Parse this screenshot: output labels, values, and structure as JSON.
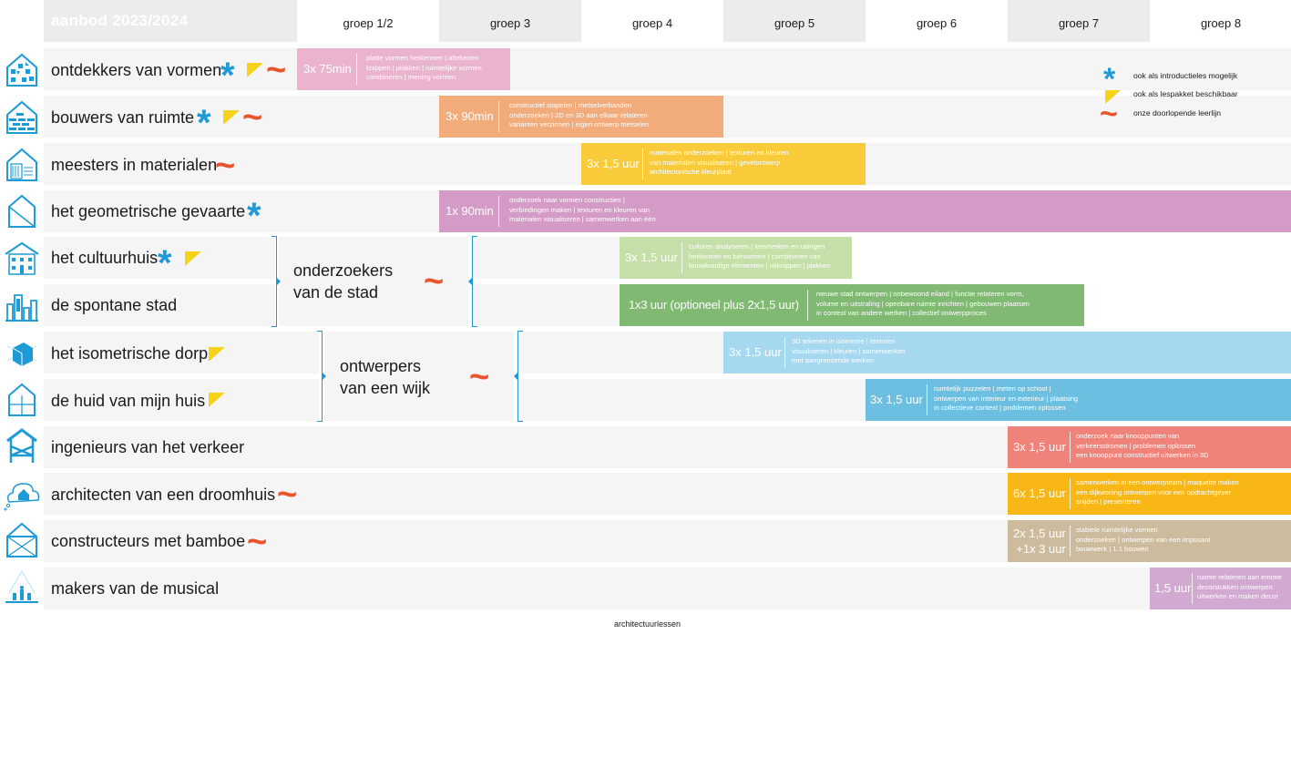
{
  "header": {
    "title": "aanbod 2023/2024",
    "groups": [
      "groep 1/2",
      "groep 3",
      "groep 4",
      "groep 5",
      "groep 6",
      "groep 7",
      "groep 8"
    ]
  },
  "rows": [
    {
      "label": "ontdekkers van vormen",
      "icon": "building-pattern-icon",
      "duration": "3x 75min",
      "description": "platte vormen herkennen | aftekenen\nknippen | plakken | ruimtelijke vormen\ncombineren | mening vormen",
      "color": "#eab4cf",
      "star": true,
      "kit": true,
      "line": true
    },
    {
      "label": "bouwers van ruimte",
      "icon": "brick-house-icon",
      "duration": "3x 90min",
      "description": "constructief stapelen | metselverbanden\nonderzoeken | 2D en 3D aan elkaar relateren\nvarianten verzinnen | eigen ontwerp metselen",
      "color": "#f2ab7a",
      "star": true,
      "kit": true,
      "line": true
    },
    {
      "label": "meesters in materialen",
      "icon": "materials-house-icon",
      "duration": "3x 1,5 uur",
      "description": "materialen onderzoeken | texturen en kleuren\nvan materialen visualiseren | gevelontwerp\narchitectonische kleurplaat",
      "color": "#f9cb3a",
      "star": false,
      "kit": false,
      "line": true
    },
    {
      "label": "het geometrische gevaarte",
      "icon": "geometric-house-icon",
      "duration": "1x 90min",
      "description": "onderzoek naar vormen constructies |\nverbindingen maken | texturen en kleuren van\nmaterialen visualiseren | samenwerken aan één",
      "color": "#d39bc5",
      "star": true,
      "kit": false,
      "line": false
    },
    {
      "label": "het cultuurhuis",
      "icon": "culture-house-icon",
      "duration": "3x 1,5 uur",
      "description": "culturen analyseren | kenmerken en uitingen\nherkennen en benoemen | combineren van\nbouwkundige elementen | uitknippen | plakken",
      "color": "#c5dfa8",
      "star": true,
      "kit": true,
      "line": false
    },
    {
      "label": "de spontane stad",
      "icon": "city-skyline-icon",
      "duration": "1x3 uur (optioneel plus 2x1,5 uur)",
      "description": "nieuwe stad ontwerpen | onbewoond eiland | functie relateren vorm,\nvolume en uitstraling | openbare ruimte inrichten | gebouwen plaatsen\nin context van andere werken | collectief ontwerpproces",
      "color": "#7fb972",
      "star": false,
      "kit": false,
      "line": false
    },
    {
      "label": "het isometrische dorp",
      "icon": "isometric-house-icon",
      "duration": "3x 1,5 uur",
      "description": "3D tekenen in isometrie | texturen\nvisualiseren | kleuren | samenwerken\nmet aangrenzende werken",
      "color": "#a6d8f0",
      "star": false,
      "kit": true,
      "line": false
    },
    {
      "label": "de huid van mijn huis",
      "icon": "house-skin-icon",
      "duration": "3x 1,5 uur",
      "description": "ruimtelijk puzzelen | meten op school |\nontwerpen van interieur en exterieur | plaatsing\nin collectieve context | problemen oplossen",
      "color": "#6cbfe0",
      "star": false,
      "kit": true,
      "line": false
    },
    {
      "label": "ingenieurs van het verkeer",
      "icon": "bridge-icon",
      "duration": "3x 1,5 uur",
      "description": "onderzoek naar knooppunten van\nverkeersstromen | problemen oplossen\neen knooppunt constructief uitwerken in 3D",
      "color": "#ef8379",
      "star": false,
      "kit": false,
      "line": false
    },
    {
      "label": "architecten van een droomhuis",
      "icon": "dream-cloud-house-icon",
      "duration": "6x 1,5 uur",
      "description": "samenwerken in een ontwerpteam | maquette maken\neen dijkwoning ontwerpen voor een opdrachtgever\nsnijden | presenteren",
      "color": "#f9b716",
      "star": false,
      "kit": false,
      "line": true
    },
    {
      "label": "constructeurs met bamboe",
      "icon": "bamboe-frame-icon",
      "duration": "2x 1,5 uur\n+1x 3 uur",
      "description": "stabiele ruimtelijke vormen\nonderzoeken | ontwerpen van een imposant\nbouwwerk | 1:1 bouwen",
      "color": "#cdbb9d",
      "star": false,
      "kit": false,
      "line": true
    },
    {
      "label": "makers van de musical",
      "icon": "musical-stage-icon",
      "duration": "1,5 uur",
      "description": "ruimte relateren aan emotie\ndecorstukken ontwerpen\nuitwerken en maken decor",
      "color": "#d2a9d0",
      "star": false,
      "kit": false,
      "line": false
    }
  ],
  "group_labels": [
    {
      "text": "onderzoekers\nvan de stad"
    },
    {
      "text": "ontwerpers\nvan een wijk"
    }
  ],
  "legend": [
    {
      "icon": "blue-asterisk-icon",
      "text": "ook als introductieles mogelijk"
    },
    {
      "icon": "yellow-triangle-icon",
      "text": "ook als lespakket beschikbaar"
    },
    {
      "icon": "orange-tilde-icon",
      "text": "onze doorlopende leerlijn"
    }
  ],
  "colors": {
    "blue": "#1e9ad6",
    "yellow": "#f7d21a",
    "orange": "#e8552a",
    "row_bg": "#f5f5f5",
    "header_bg": "#ececec"
  },
  "footer": "architectuurlessen"
}
